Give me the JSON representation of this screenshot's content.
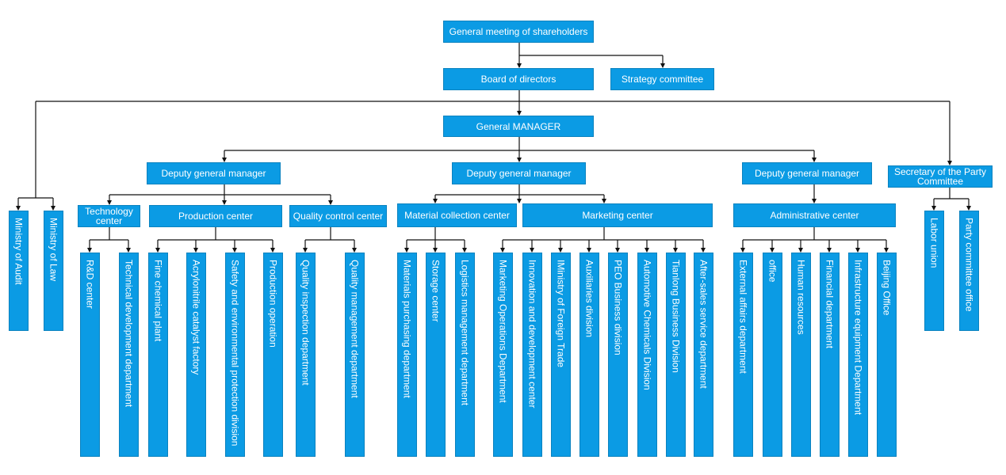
{
  "nodes": {
    "shareholders": "General meeting of shareholders",
    "board": "Board of directors",
    "strategy": "Strategy committee",
    "gm": "General MANAGER",
    "dgm1": "Deputy general manager",
    "dgm2": "Deputy general manager",
    "dgm3": "Deputy general manager",
    "secretary": "Secretary of the Party Committee",
    "tech_center": "Technology center",
    "production_center": "Production center",
    "quality_center": "Quality control center",
    "material_center": "Material collection center",
    "marketing_center": "Marketing center",
    "admin_center": "Administrative center",
    "audit": "Ministry of Audit",
    "law": "Ministry of Law",
    "rd": "R&D center",
    "techdev": "Technical development department",
    "finechem": "Fine chemical plant",
    "acrylo": "Acrylonitrile catalyst factory",
    "safety": "Safety and environmental protection division",
    "prodop": "Production operation",
    "qinspect": "Quality inspection department",
    "qmanage": "Quality management department",
    "purchasing": "Materials purchasing department",
    "storage": "Storage center",
    "logistics": "Logistics management department",
    "mktops": "Marketing Operations Department",
    "innovation": "Innovation and development center",
    "foreign": "IMinistry of Foreign Trade",
    "auxiliaries": "Auxiliaries division",
    "peo": "PEO Business division",
    "automotive": "Automotive Chemicals Division",
    "tianlong": "Tianlong Business Division",
    "aftersales": "After-sales service department",
    "external": "External affairs department",
    "office": "office",
    "hr": "Human resources",
    "financial": "Financial department",
    "infra": "Infrastructure equipment Department",
    "beijing": "Beijing Office",
    "labor": "Labor union",
    "partyoffice": "Party committee office"
  }
}
